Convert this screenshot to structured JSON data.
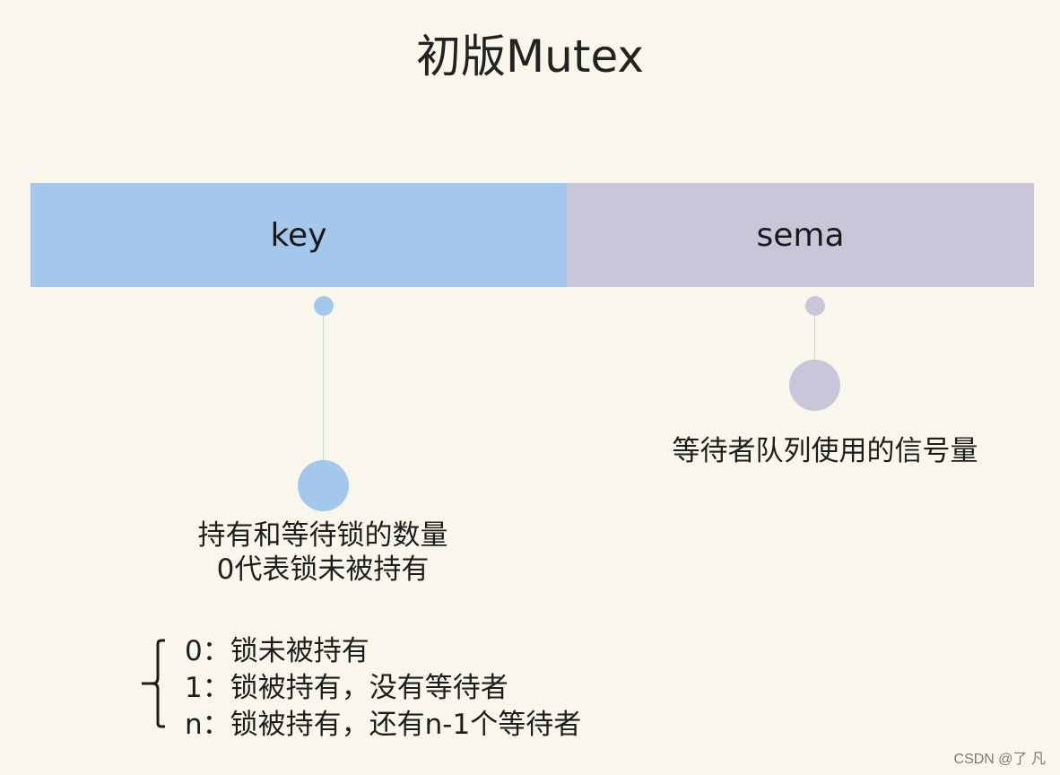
{
  "title": "初版Mutex",
  "fields": {
    "key": {
      "label": "key",
      "color": "#a4c7ec",
      "description": [
        "持有和等待锁的数量",
        "0代表锁未被持有"
      ]
    },
    "sema": {
      "label": "sema",
      "color": "#c8c7da",
      "description": [
        "等待者队列使用的信号量"
      ]
    }
  },
  "key_states": [
    {
      "value": "0",
      "separator": "：",
      "meaning": "锁未被持有"
    },
    {
      "value": "1",
      "separator": "：",
      "meaning": "锁被持有，没有等待者"
    },
    {
      "value": "n",
      "separator": "：",
      "meaning": "锁被持有，还有n-1个等待者"
    }
  ],
  "watermark": "CSDN @了 凡",
  "colors": {
    "background": "#f9f7ec",
    "key_accent": "#a4c7ec",
    "sema_accent": "#c8c7da"
  }
}
